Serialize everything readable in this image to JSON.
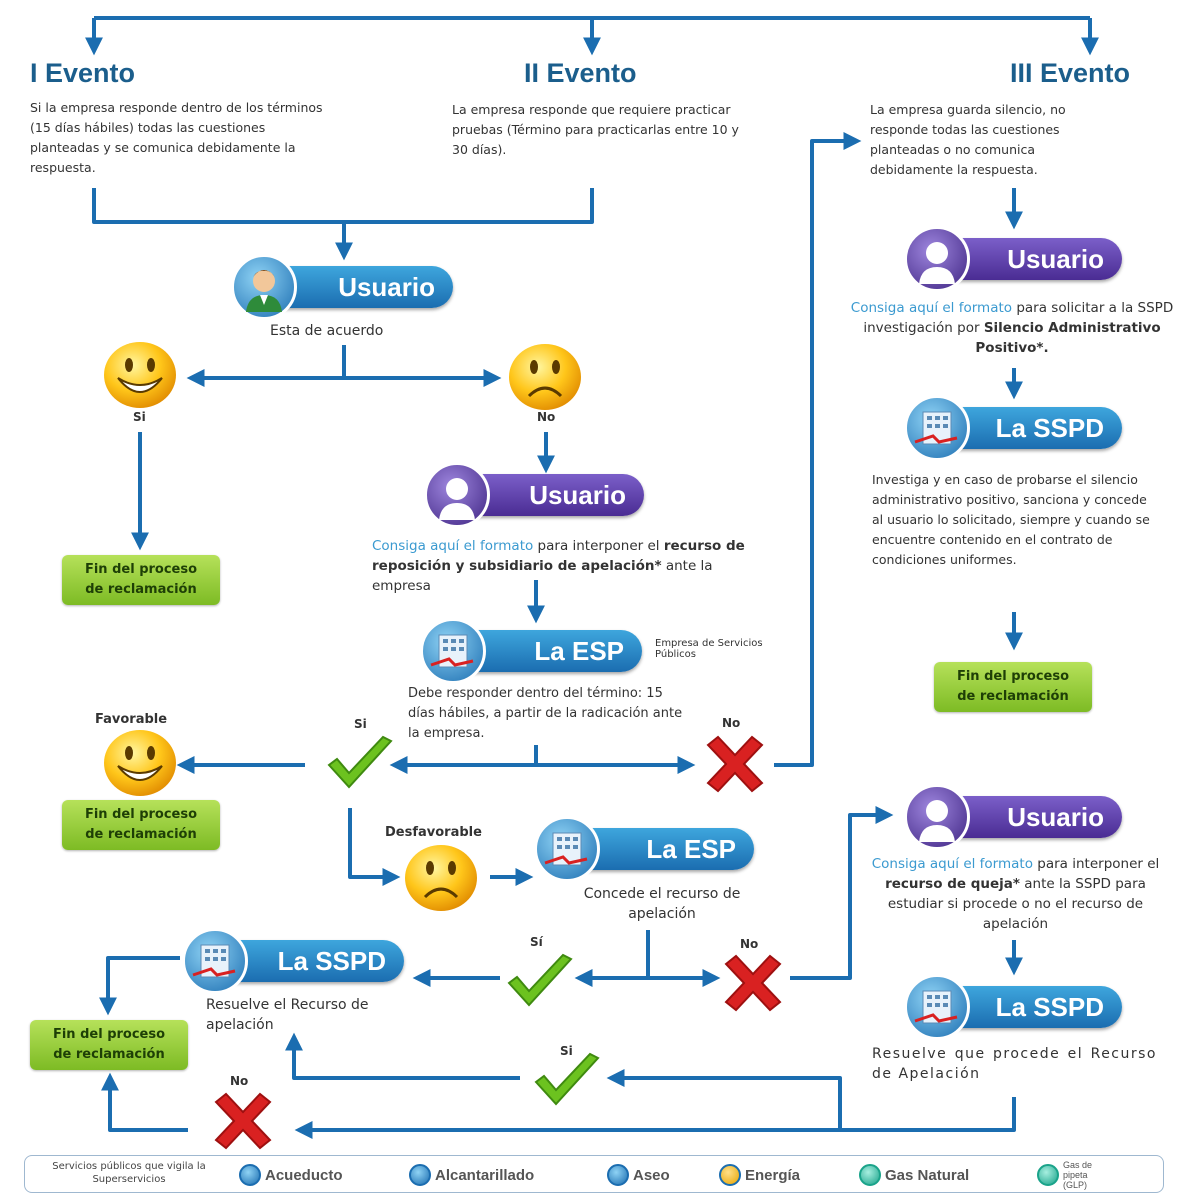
{
  "events": [
    {
      "title": "I Evento",
      "desc": "Si la empresa responde dentro de los términos (15 días hábiles) todas las cuestiones planteadas y se comunica debidamente la respuesta."
    },
    {
      "title": "II Evento",
      "desc": "La empresa responde que requiere practicar pruebas (Término para practicarlas entre 10 y 30 días)."
    },
    {
      "title": "III Evento",
      "desc": "La empresa guarda silencio, no responde todas las cuestiones planteadas o no comunica debidamente la respuesta."
    }
  ],
  "labels": {
    "usuario": "Usuario",
    "la_esp": "La ESP",
    "la_sspd": "La SSPD",
    "esp_caption": "Empresa de Servicios Públicos",
    "esta_de_acuerdo": "Esta de acuerdo",
    "si": "Si",
    "si_acc": "Sí",
    "no": "No",
    "favorable": "Favorable",
    "desfavorable": "Desfavorable",
    "fin_line1": "Fin del proceso",
    "fin_line2": "de reclamación",
    "consiga": "Consiga aquí el formato"
  },
  "texts": {
    "reposicion_a": "para interponer el",
    "reposicion_b": "recurso de reposición y subsidiario de apelación*",
    "reposicion_c": "ante la empresa",
    "esp_debe": "Debe responder dentro del término: 15 días hábiles, a partir de la radicación ante la empresa.",
    "concede": "Concede el recurso de apelación",
    "resuelve_recurso": "Resuelve el Recurso de apelación",
    "silencio_a": "para solicitar a la SSPD investigación por",
    "silencio_b": "Silencio Administrativo Positivo*.",
    "investiga": "Investiga y en caso de probarse el silencio administrativo positivo, sanciona y concede al usuario lo solicitado, siempre y cuando se encuentre contenido en el contrato de condiciones uniformes.",
    "queja_a": "para",
    "queja_b": "interponer el",
    "queja_c": "recurso de queja*",
    "queja_d": "ante la SSPD para estudiar si procede o no el recurso de apelación",
    "resuelve_procede": "Resuelve que procede el Recurso de Apelación"
  },
  "footer": {
    "intro": "Servicios públicos que vigila la Superservicios",
    "services": [
      "Acueducto",
      "Alcantarillado",
      "Aseo",
      "Energía",
      "Gas Natural",
      "Gas de pipeta (GLP)"
    ]
  },
  "colors": {
    "flow": "#1b6db0",
    "check": "#6cc21f",
    "cross": "#d92121",
    "fin": "#8cc63f",
    "link": "#3b9ad0"
  }
}
